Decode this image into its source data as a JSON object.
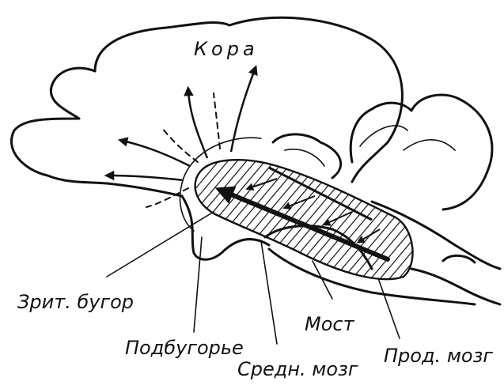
{
  "labels": {
    "cortex": "Кора",
    "thalamus": "Зрит. бугор",
    "pons": "Мост",
    "hypothalamus": "Подбугорье",
    "midbrain": "Средн. мозг",
    "medulla": "Прод. мозг"
  }
}
